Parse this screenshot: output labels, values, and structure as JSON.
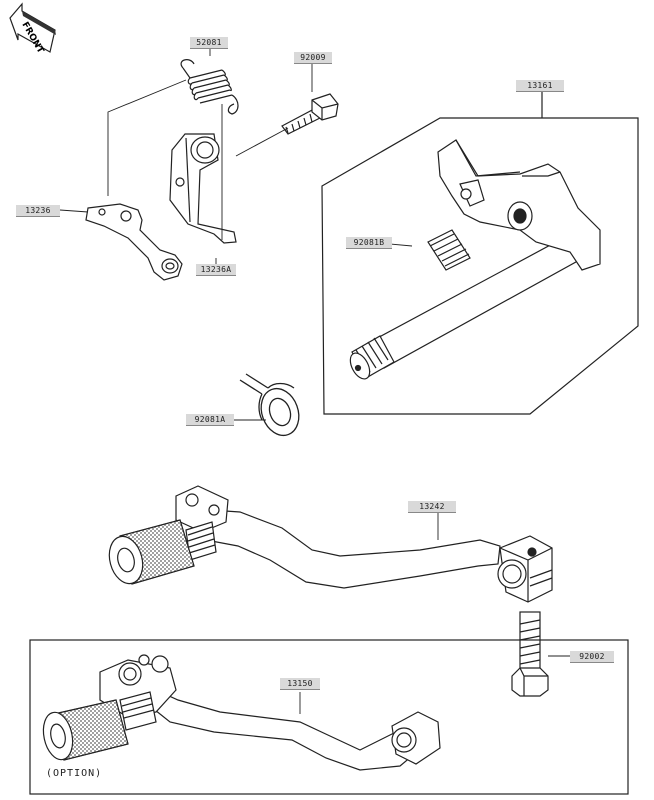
{
  "front_label": "FRONT",
  "option_label": "(OPTION)",
  "parts": {
    "p52081": "52081",
    "p92009": "92009",
    "p13161": "13161",
    "p13236": "13236",
    "p13236a": "13236A",
    "p92081b": "92081B",
    "p92081a": "92081A",
    "p13242": "13242",
    "p92002": "92002",
    "p13150": "13150"
  }
}
